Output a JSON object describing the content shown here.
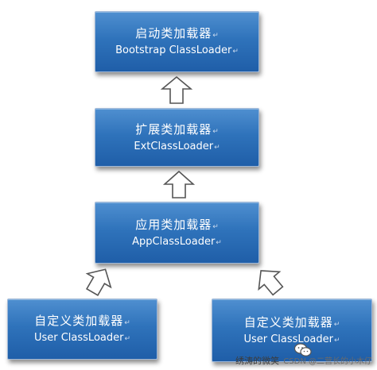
{
  "boxes": {
    "bootstrap": {
      "title": "启动类加载器",
      "subtitle": "Bootstrap ClassLoader"
    },
    "ext": {
      "title": "扩展类加载器",
      "subtitle": "ExtClassLoader"
    },
    "app": {
      "title": "应用类加载器",
      "subtitle": "AppClassLoader"
    },
    "user_left": {
      "title": "自定义类加载器",
      "subtitle": "User ClassLoader"
    },
    "user_right": {
      "title": "自定义类加载器",
      "subtitle": "User ClassLoader"
    }
  },
  "paragraph_mark": "↵",
  "watermark": {
    "brand": "绣涛的微笑",
    "text": "CSDN @二营长的小木仔"
  },
  "icons": {
    "arrow": "hollow-arrow-icon",
    "logo": "wechat-logo-icon"
  },
  "colors": {
    "box_top": "#4f8fd0",
    "box_bottom": "#1f5ea8",
    "arrow_stroke": "#555555"
  }
}
